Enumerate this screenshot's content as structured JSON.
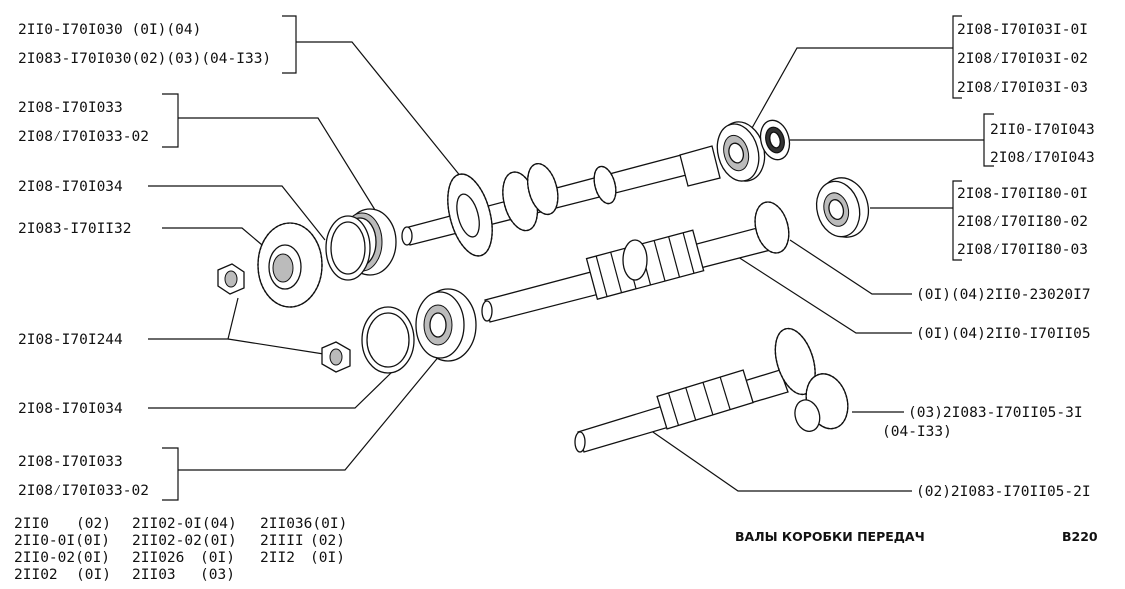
{
  "labels": {
    "l1a": "2II0-I70I030 (0I)(04)",
    "l1b": "2I083-I70I030(02)(03)(04-I33)",
    "l2a": "2I08-I70I033",
    "l2b": "2I08⁄I70I033-02",
    "l3": "2I08-I70I034",
    "l4": "2I083-I70II32",
    "l5": "2I08-I70I244",
    "l6": "2I08-I70I034",
    "l7a": "2I08-I70I033",
    "l7b": "2I08⁄I70I033-02",
    "r1a": "2I08-I70I03I-0I",
    "r1b": "2I08⁄I70I03I-02",
    "r1c": "2I08⁄I70I03I-03",
    "r2a": "2II0-I70I043",
    "r2b": "2I08⁄I70I043",
    "r3a": "2I08-I70II80-0I",
    "r3b": "2I08⁄I70II80-02",
    "r3c": "2I08⁄I70II80-03",
    "r4": "(0I)(04)2II0-23020I7",
    "r5": "(0I)(04)2II0-I70II05",
    "r6a": "(03)2I083-I70II05-3I",
    "r6b": "(04-I33)",
    "r7": "(02)2I083-I70II05-2I"
  },
  "models": [
    [
      "2II0",
      "(02)"
    ],
    [
      "2II0-0I(0I)",
      ""
    ],
    [
      "2II0-02(0I)",
      ""
    ],
    [
      "2II02",
      "(0I)"
    ],
    [
      "2II02-0I(04)",
      ""
    ],
    [
      "2II02-02(0I)",
      ""
    ],
    [
      "2II026",
      "(0I)"
    ],
    [
      "2II03",
      "(03)"
    ],
    [
      "2II036(0I)",
      ""
    ],
    [
      "2IIII",
      "(02)"
    ],
    [
      "2II2",
      "(0I)"
    ]
  ],
  "footer": {
    "title": "ВАЛЫ КОРОБКИ ПЕРЕДАЧ",
    "code": "B220"
  }
}
